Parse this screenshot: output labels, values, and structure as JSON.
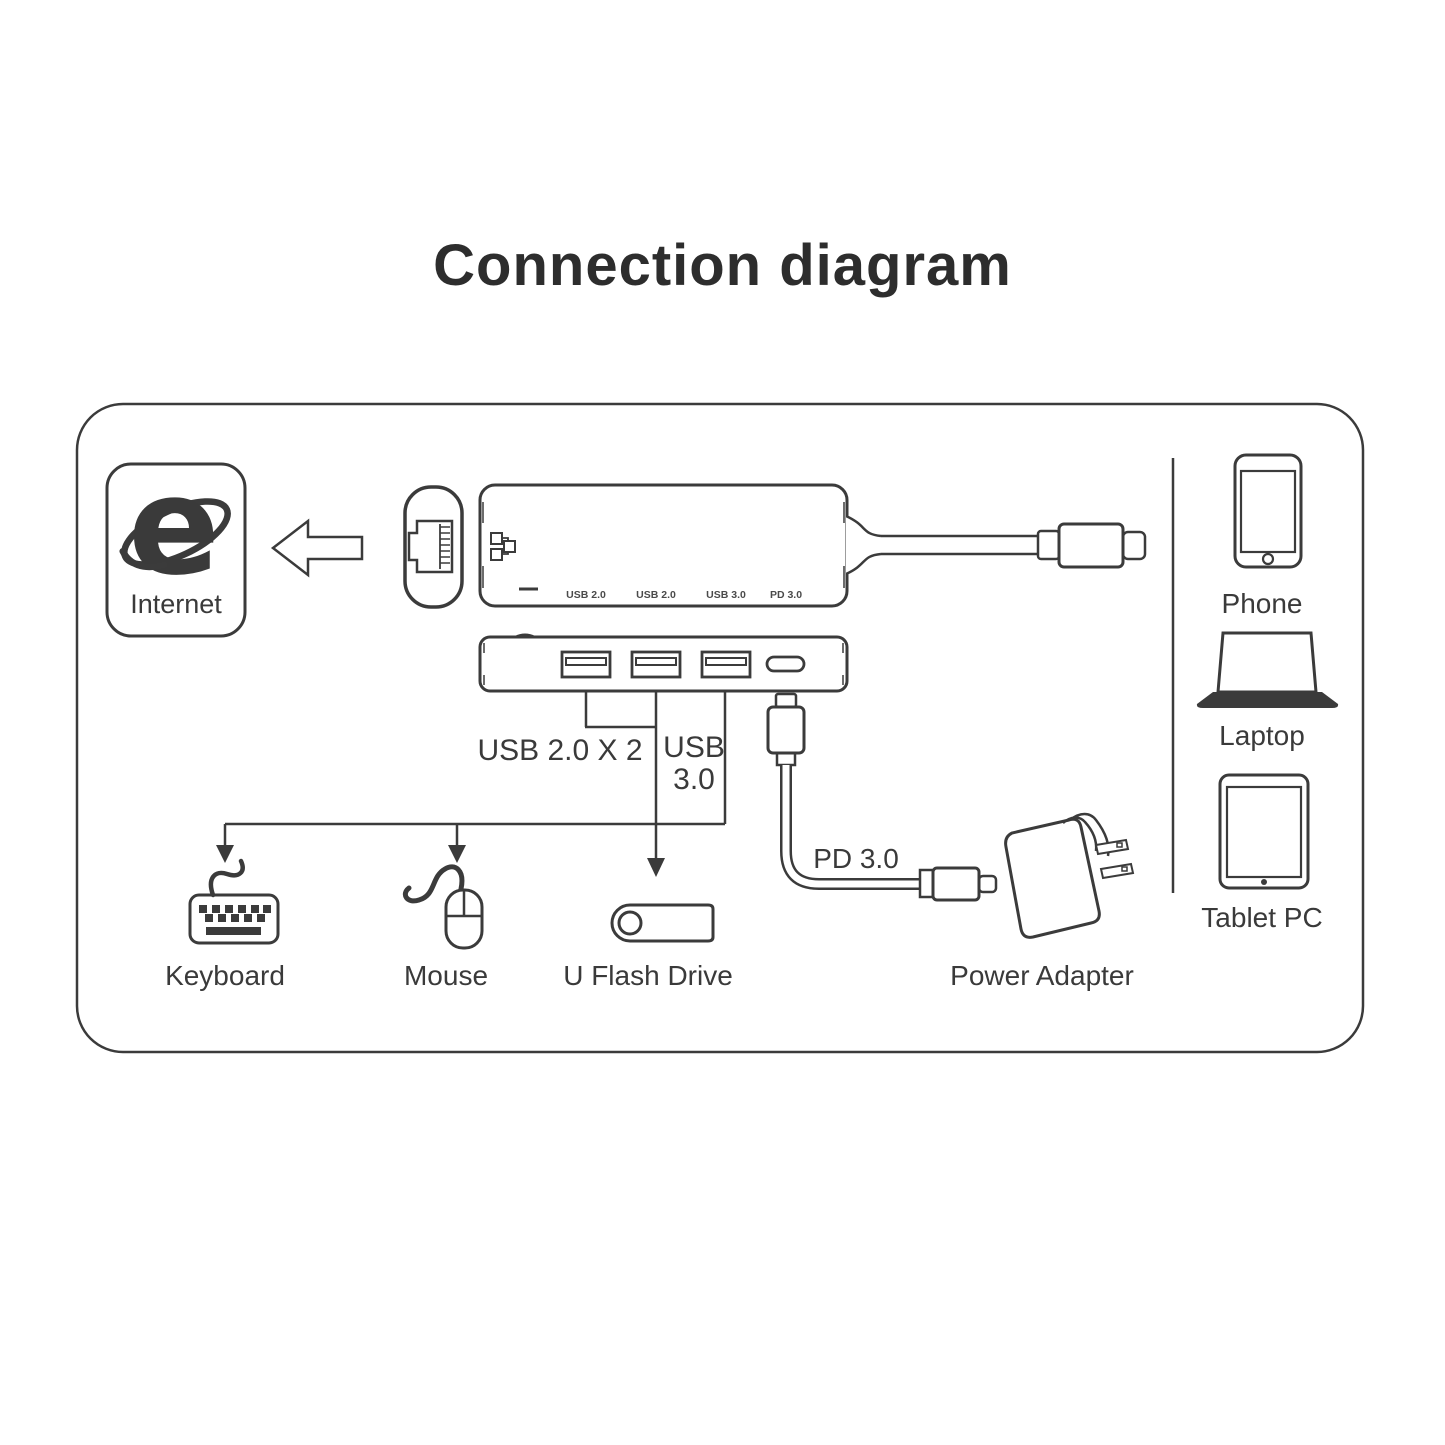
{
  "title": "Connection diagram",
  "colors": {
    "ink": "#3b3b3b",
    "text": "#3a3a3a",
    "title": "#2d2d2d"
  },
  "internet": {
    "label": "Internet",
    "logo_glyph": "e"
  },
  "hub_top": {
    "port_labels": [
      "USB 2.0",
      "USB 2.0",
      "USB 3.0",
      "PD 3.0"
    ]
  },
  "connections": {
    "usb2_group_label": "USB 2.0 X 2",
    "usb3_label": "USB 3.0",
    "pd_label": "PD 3.0"
  },
  "peripherals": {
    "keyboard": "Keyboard",
    "mouse": "Mouse",
    "flash_drive": "U Flash Drive",
    "power_adapter": "Power Adapter"
  },
  "host_devices": {
    "phone": "Phone",
    "laptop": "Laptop",
    "tablet": "Tablet PC"
  }
}
